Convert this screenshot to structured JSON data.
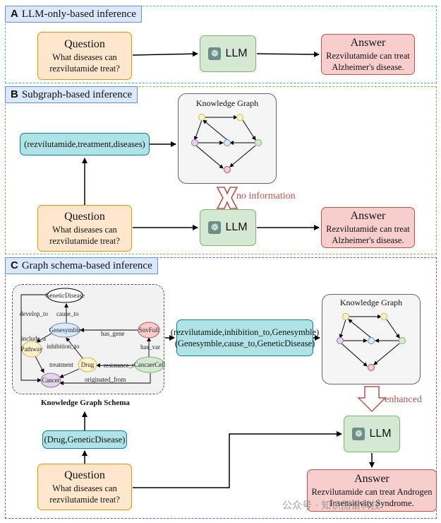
{
  "panel_a": {
    "letter": "A",
    "title": "LLM-only-based inference",
    "question_title": "Question",
    "question_text": "What diseases can rezvilutamide treat?",
    "llm_label": "LLM",
    "answer_title": "Answer",
    "answer_text": "Rezvilutamide can treat Alzheimer's disease."
  },
  "panel_b": {
    "letter": "B",
    "title": "Subgraph-based inference",
    "triple": "(rezvilutamide,treatment,diseases)",
    "kg_title": "Knowledge Graph",
    "no_info": "no information",
    "question_title": "Question",
    "question_text": "What diseases can rezvilutamide treat?",
    "llm_label": "LLM",
    "answer_title": "Answer",
    "answer_text": "Rezvilutamide can treat Alzheimer's disease."
  },
  "panel_c": {
    "letter": "C",
    "title": "Graph schema-based inference",
    "schema_caption": "Knowledge Graph Schema",
    "schema_nodes": [
      "GeneticDisease",
      "Genesymble",
      "SnvFull",
      "Pathway",
      "Drug",
      "CancaerCell",
      "Cancer"
    ],
    "schema_edges": [
      "develop_to",
      "cause_to",
      "has_gene",
      "include_a",
      "inhibition_to",
      "has_var",
      "treatment",
      "resistance_t",
      "originated_from"
    ],
    "triples_line1": "(rezvilutamide,inhibition_to,Genesymble)",
    "triples_line2": "(Genesymble,cause_to,GeneticDisease)",
    "kg_title": "Knowledge Graph",
    "enhanced": "enhanced",
    "filter": "(Drug,GeneticDisease)",
    "question_title": "Question",
    "question_text": "What diseases can rezvilutamide treat?",
    "llm_label": "LLM",
    "answer_title": "Answer",
    "answer_text": "Rezvilutamide can treat Androgen Insensitivity Syndrome."
  },
  "watermark": "公众号 · 知识图谱科技",
  "colors": {
    "panel_a_border": "#4fb3c6",
    "panel_b_border": "#82b366",
    "panel_c_border": "#9b4dca",
    "node_yellow": "#fff2cc",
    "node_purple": "#e1d5e7",
    "node_blue": "#dae8fc",
    "node_green": "#d5e8d4",
    "node_red": "#f8cecc",
    "no_info_red": "#b85450"
  }
}
